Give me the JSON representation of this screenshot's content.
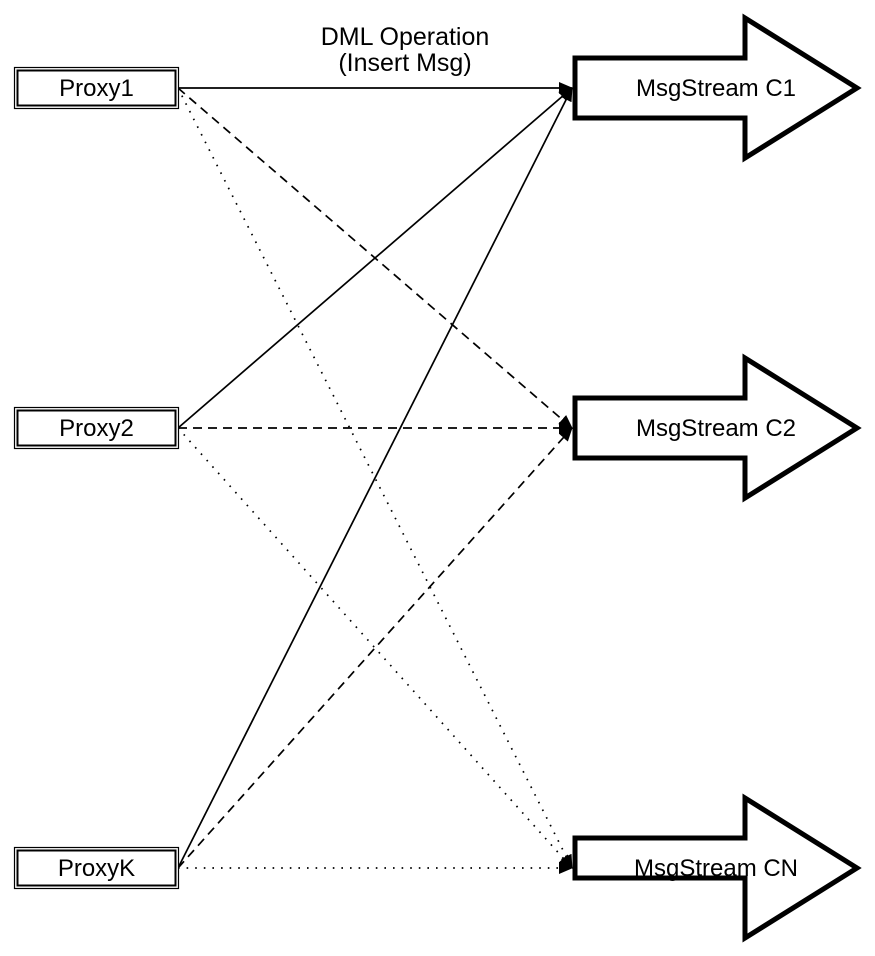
{
  "diagram": {
    "annotation": {
      "line1": "DML Operation",
      "line2": "(Insert Msg)"
    },
    "proxies": [
      {
        "id": "proxy1",
        "label": "Proxy1"
      },
      {
        "id": "proxy2",
        "label": "Proxy2"
      },
      {
        "id": "proxyk",
        "label": "ProxyK"
      }
    ],
    "streams": [
      {
        "id": "c1",
        "label": "MsgStream C1"
      },
      {
        "id": "c2",
        "label": "MsgStream C2"
      },
      {
        "id": "cn",
        "label": "MsgStream CN"
      }
    ],
    "edges": [
      {
        "from": "Proxy1",
        "to": "MsgStream C1",
        "style": "solid"
      },
      {
        "from": "Proxy1",
        "to": "MsgStream C2",
        "style": "dashed"
      },
      {
        "from": "Proxy1",
        "to": "MsgStream CN",
        "style": "dotted"
      },
      {
        "from": "Proxy2",
        "to": "MsgStream C1",
        "style": "solid"
      },
      {
        "from": "Proxy2",
        "to": "MsgStream C2",
        "style": "dashed"
      },
      {
        "from": "Proxy2",
        "to": "MsgStream CN",
        "style": "dotted"
      },
      {
        "from": "ProxyK",
        "to": "MsgStream C1",
        "style": "solid"
      },
      {
        "from": "ProxyK",
        "to": "MsgStream C2",
        "style": "dashed"
      },
      {
        "from": "ProxyK",
        "to": "MsgStream CN",
        "style": "dotted"
      }
    ],
    "colors": {
      "stroke": "#000000",
      "fill": "#ffffff",
      "background": "#ffffff"
    }
  }
}
